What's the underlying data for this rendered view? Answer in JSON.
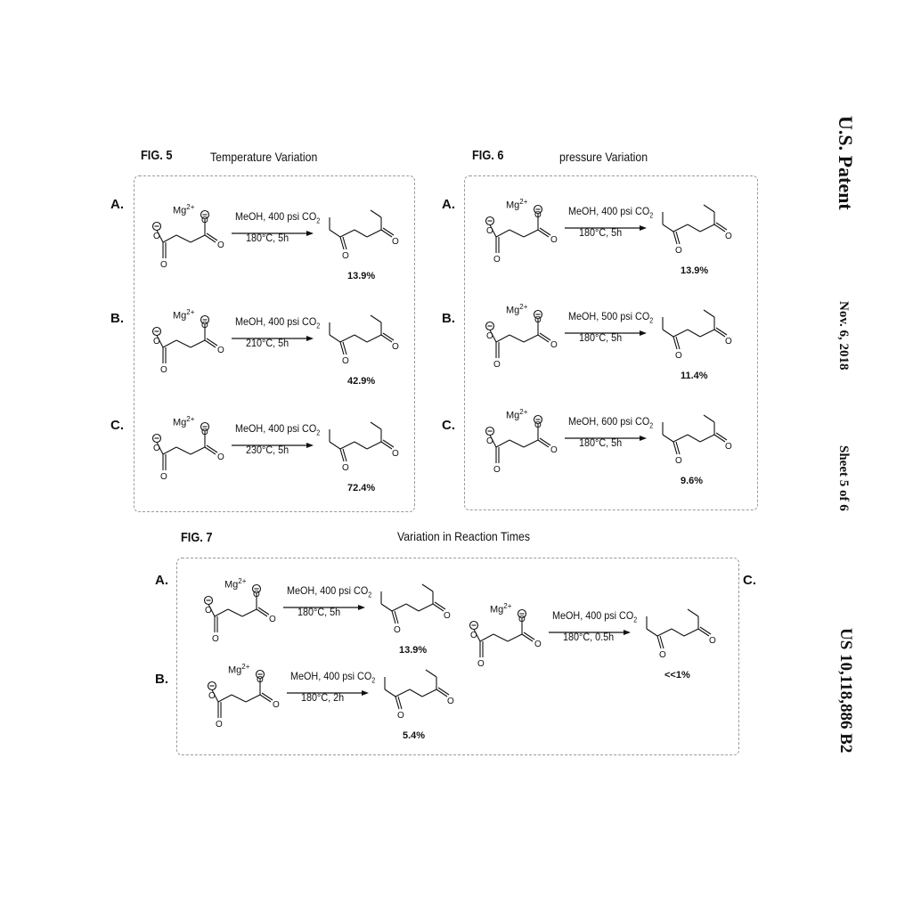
{
  "header": {
    "left": "U.S. Patent",
    "date": "Nov. 6, 2018",
    "sheet": "Sheet 5 of 6",
    "patent_number": "US 10,118,886 B2"
  },
  "reactant_label": "Mg2+",
  "fig5": {
    "label": "FIG. 5",
    "title": "Temperature Variation",
    "reactions": [
      {
        "row": "A.",
        "cond1": "MeOH, 400 psi CO2",
        "cond2": "180°C, 5h",
        "yield": "13.9%"
      },
      {
        "row": "B.",
        "cond1": "MeOH, 400 psi CO2",
        "cond2": "210°C, 5h",
        "yield": "42.9%"
      },
      {
        "row": "C.",
        "cond1": "MeOH, 400 psi CO2",
        "cond2": "230°C, 5h",
        "yield": "72.4%"
      }
    ]
  },
  "fig6": {
    "label": "FIG. 6",
    "title": "pressure Variation",
    "reactions": [
      {
        "row": "A.",
        "cond1": "MeOH, 400 psi CO2",
        "cond2": "180°C, 5h",
        "yield": "13.9%"
      },
      {
        "row": "B.",
        "cond1": "MeOH, 500 psi CO2",
        "cond2": "180°C, 5h",
        "yield": "11.4%"
      },
      {
        "row": "C.",
        "cond1": "MeOH, 600 psi CO2",
        "cond2": "180°C, 5h",
        "yield": "9.6%"
      }
    ]
  },
  "fig7": {
    "label": "FIG. 7",
    "title": "Variation in Reaction Times",
    "reactions": [
      {
        "row": "A.",
        "cond1": "MeOH, 400 psi CO2",
        "cond2": "180°C, 5h",
        "yield": "13.9%"
      },
      {
        "row": "B.",
        "cond1": "MeOH, 400 psi CO2",
        "cond2": "180°C, 2h",
        "yield": "5.4%"
      },
      {
        "row": "C.",
        "cond1": "MeOH, 400 psi CO2",
        "cond2": "180°C, 0.5h",
        "yield": "<<1%"
      }
    ]
  }
}
